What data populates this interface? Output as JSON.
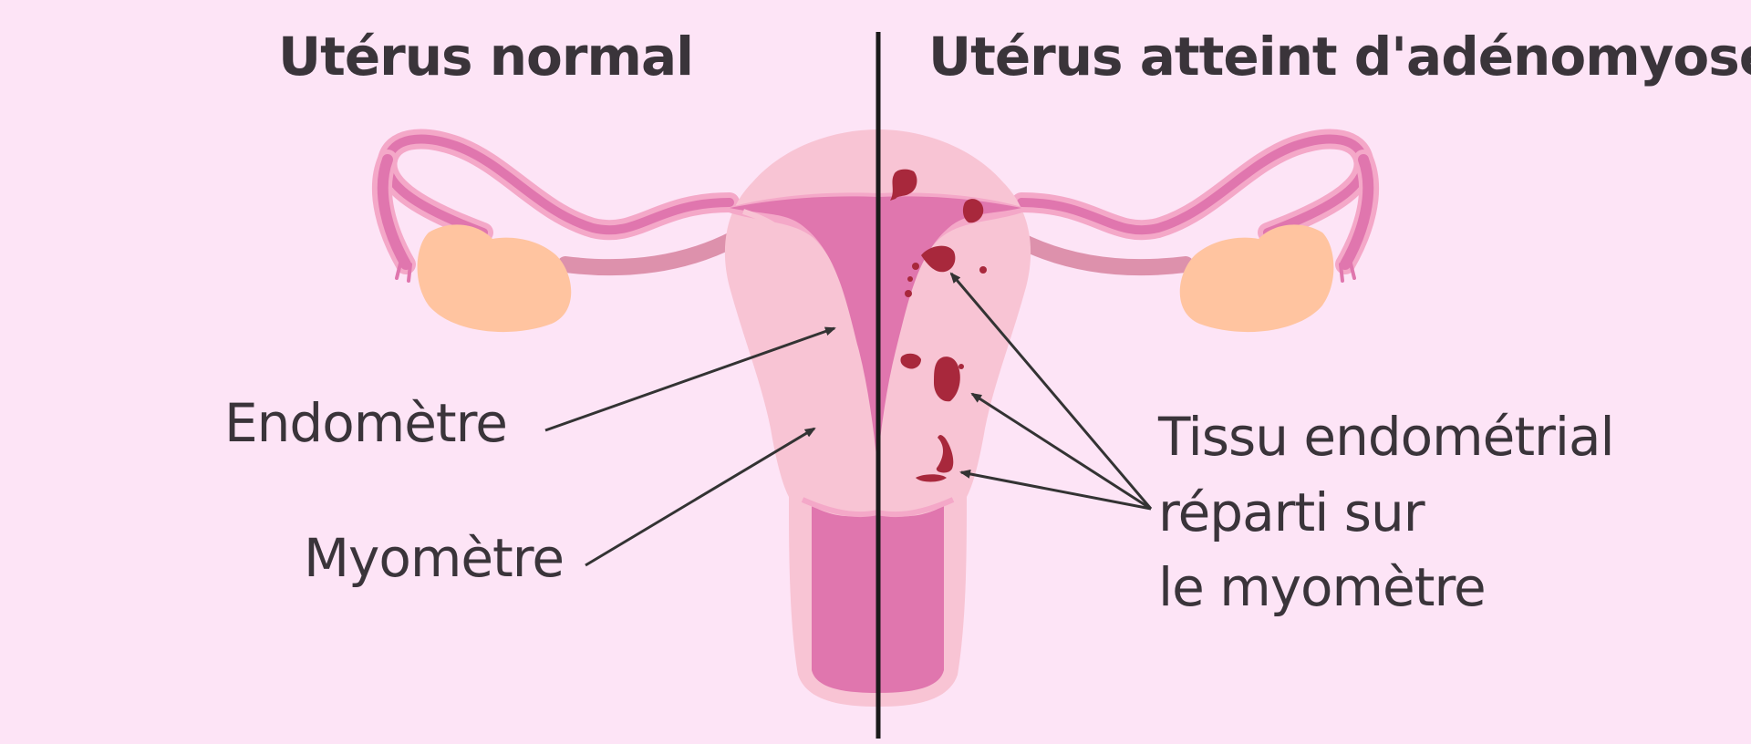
{
  "titles": {
    "left": "Utérus normal",
    "right": "Utérus atteint d'adénomyose"
  },
  "labels": {
    "endometrium": "Endomètre",
    "myometrium": "Myomètre",
    "tissue_line1": "Tissu endométrial",
    "tissue_line2": "réparti sur",
    "tissue_line3": "le myomètre"
  },
  "colors": {
    "background": "#fde4f6",
    "myometrium": "#f8c4d4",
    "endometrium": "#e076ae",
    "tube_outline": "#f4a8c8",
    "ovary": "#ffc4a0",
    "lesion": "#a8283c",
    "text": "#3a343a"
  }
}
